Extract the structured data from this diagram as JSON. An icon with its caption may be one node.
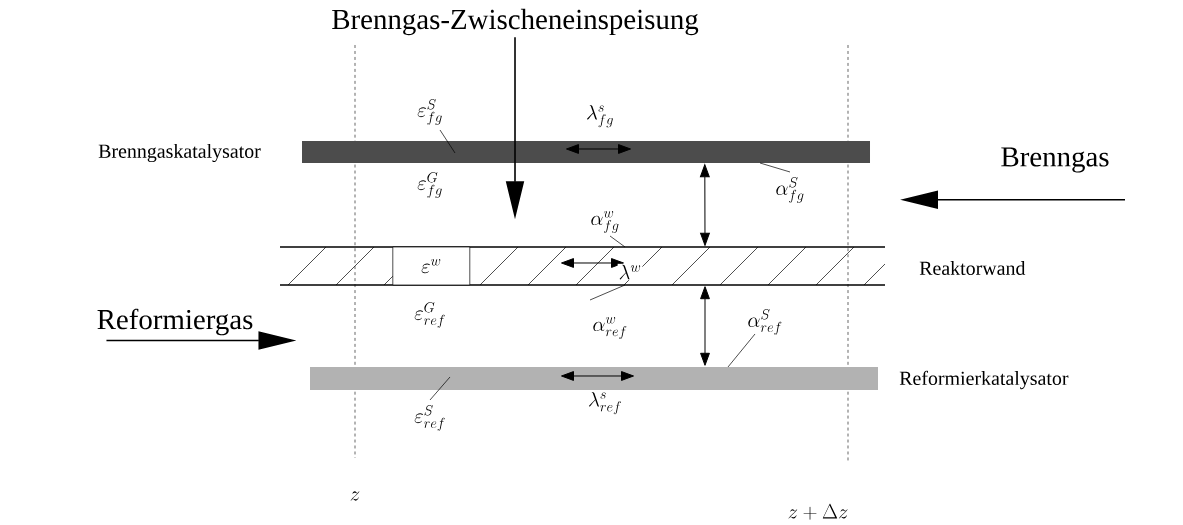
{
  "diagram": {
    "nodes": [
      {
        "text": [
          "Brenngaskatalysator"
        ]
      },
      {
        "text": [
          "Reaktorwand"
        ]
      },
      {
        "text": [
          "\\varepsilon^{w}"
        ],
        "in": 1
      },
      {
        "text": [
          "Reformierkatalysator"
        ]
      },
      {
        "text": [
          "Brenngas-Zwischeneinspeisung"
        ]
      },
      {
        "text": [
          "Brenngas"
        ]
      },
      {
        "text": [
          "Reformiergas"
        ]
      },
      {
        "text": [
          "\\varepsilon^{S}_{fg}"
        ]
      },
      {
        "text": [
          "\\alpha^{S}_{fg}"
        ]
      },
      {
        "text": [
          "\\alpha^{w}_{fg}"
        ]
      },
      {
        "text": [
          "\\alpha^{w}_{ref}"
        ]
      },
      {
        "text": [
          "\\alpha^{S}_{ref}"
        ]
      },
      {
        "text": [
          "\\varepsilon^{S}_{ref}"
        ]
      }
    ],
    "edges": [
      {
        "from": 4,
        "to": null,
        "arrow": "to"
      },
      {
        "from": 5,
        "to": null,
        "arrow": "to"
      },
      {
        "from": 6,
        "to": null,
        "arrow": "to"
      },
      {
        "from": 0,
        "to": 1,
        "arrow": "both"
      },
      {
        "from": 1,
        "to": 3,
        "arrow": "both"
      },
      {
        "from": 7,
        "to": 0,
        "arrow": "none"
      },
      {
        "from": 8,
        "to": 0,
        "arrow": "none"
      },
      {
        "from": 9,
        "to": 1,
        "arrow": "none"
      },
      {
        "from": 10,
        "to": 1,
        "arrow": "none"
      },
      {
        "from": 11,
        "to": 3,
        "arrow": "none"
      },
      {
        "from": 12,
        "to": 3,
        "arrow": "none"
      }
    ],
    "labels": [
      "\\lambda^{s}_{fg}",
      "\\varepsilon^{G}_{fg}",
      "\\lambda^{w}",
      "\\varepsilon^{G}_{ref}",
      "\\lambda^{s}_{ref}",
      "z",
      "z + \\Delta z"
    ]
  }
}
